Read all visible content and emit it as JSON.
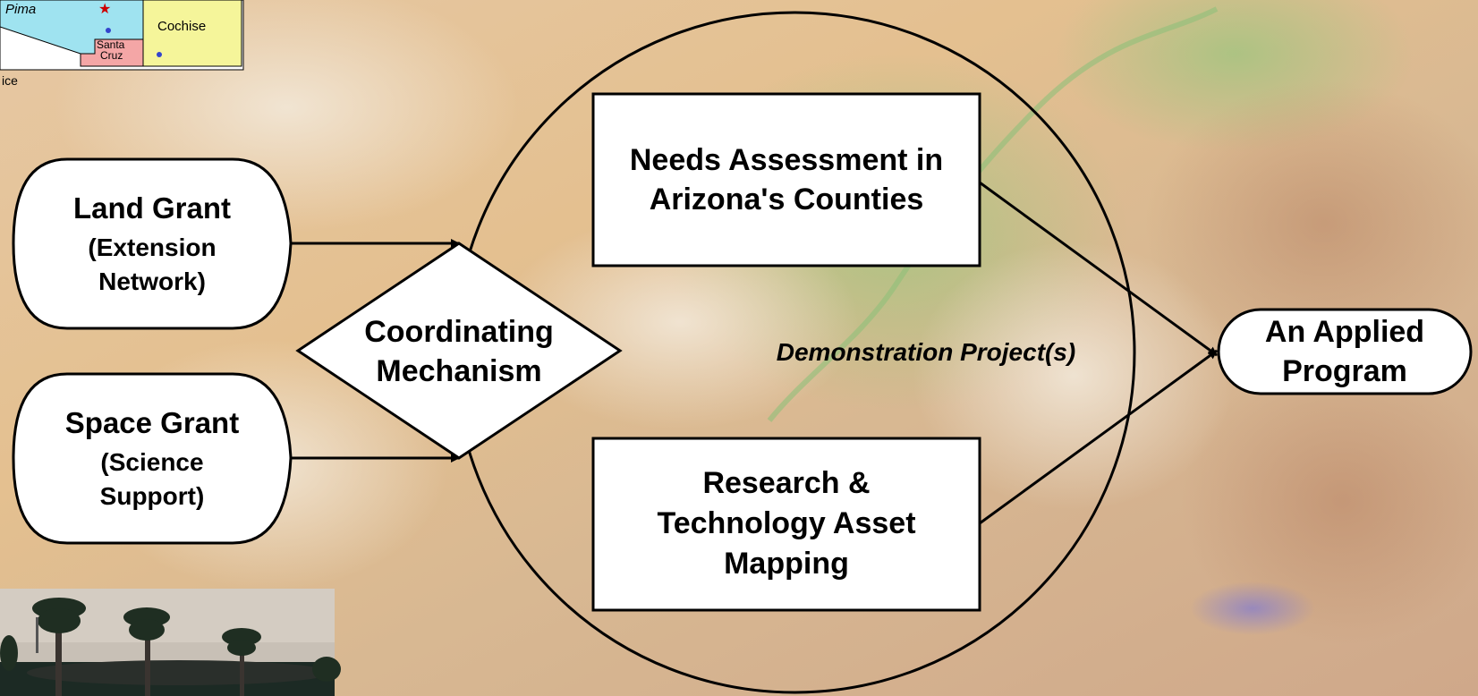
{
  "background": {
    "terrain_colors": [
      "#e8c79a",
      "#d9b38a",
      "#b9c28a",
      "#8fbf7a",
      "#efe0c8",
      "#c9a27e"
    ]
  },
  "map_inset": {
    "counties": {
      "pima": "Pima",
      "cochise": "Cochise",
      "santa_cruz_line1": "Santa",
      "santa_cruz_line2": "Cruz"
    },
    "footnote_fragment": "ice",
    "colors": {
      "pima": "#9fe3f0",
      "cochise": "#f5f59a",
      "santa_cruz": "#f4a6a6",
      "star": "#cc0000"
    }
  },
  "nodes": {
    "land_grant": {
      "title": "Land Grant",
      "line1": "(Extension",
      "line2": "Network)"
    },
    "space_grant": {
      "title": "Space Grant",
      "line1": "(Science",
      "line2": "Support)"
    },
    "coordinating": {
      "line1": "Coordinating",
      "line2": "Mechanism"
    },
    "needs": {
      "line1": "Needs Assessment in",
      "line2": "Arizona's Counties"
    },
    "research": {
      "line1": "Research &",
      "line2": "Technology Asset",
      "line3": "Mapping"
    },
    "applied": {
      "line1": "An Applied",
      "line2": "Program"
    },
    "demonstration": "Demonstration Project(s)"
  },
  "photo_inset": {
    "sky_color": "#c8c0b6",
    "ground_color": "#1c2a24"
  }
}
